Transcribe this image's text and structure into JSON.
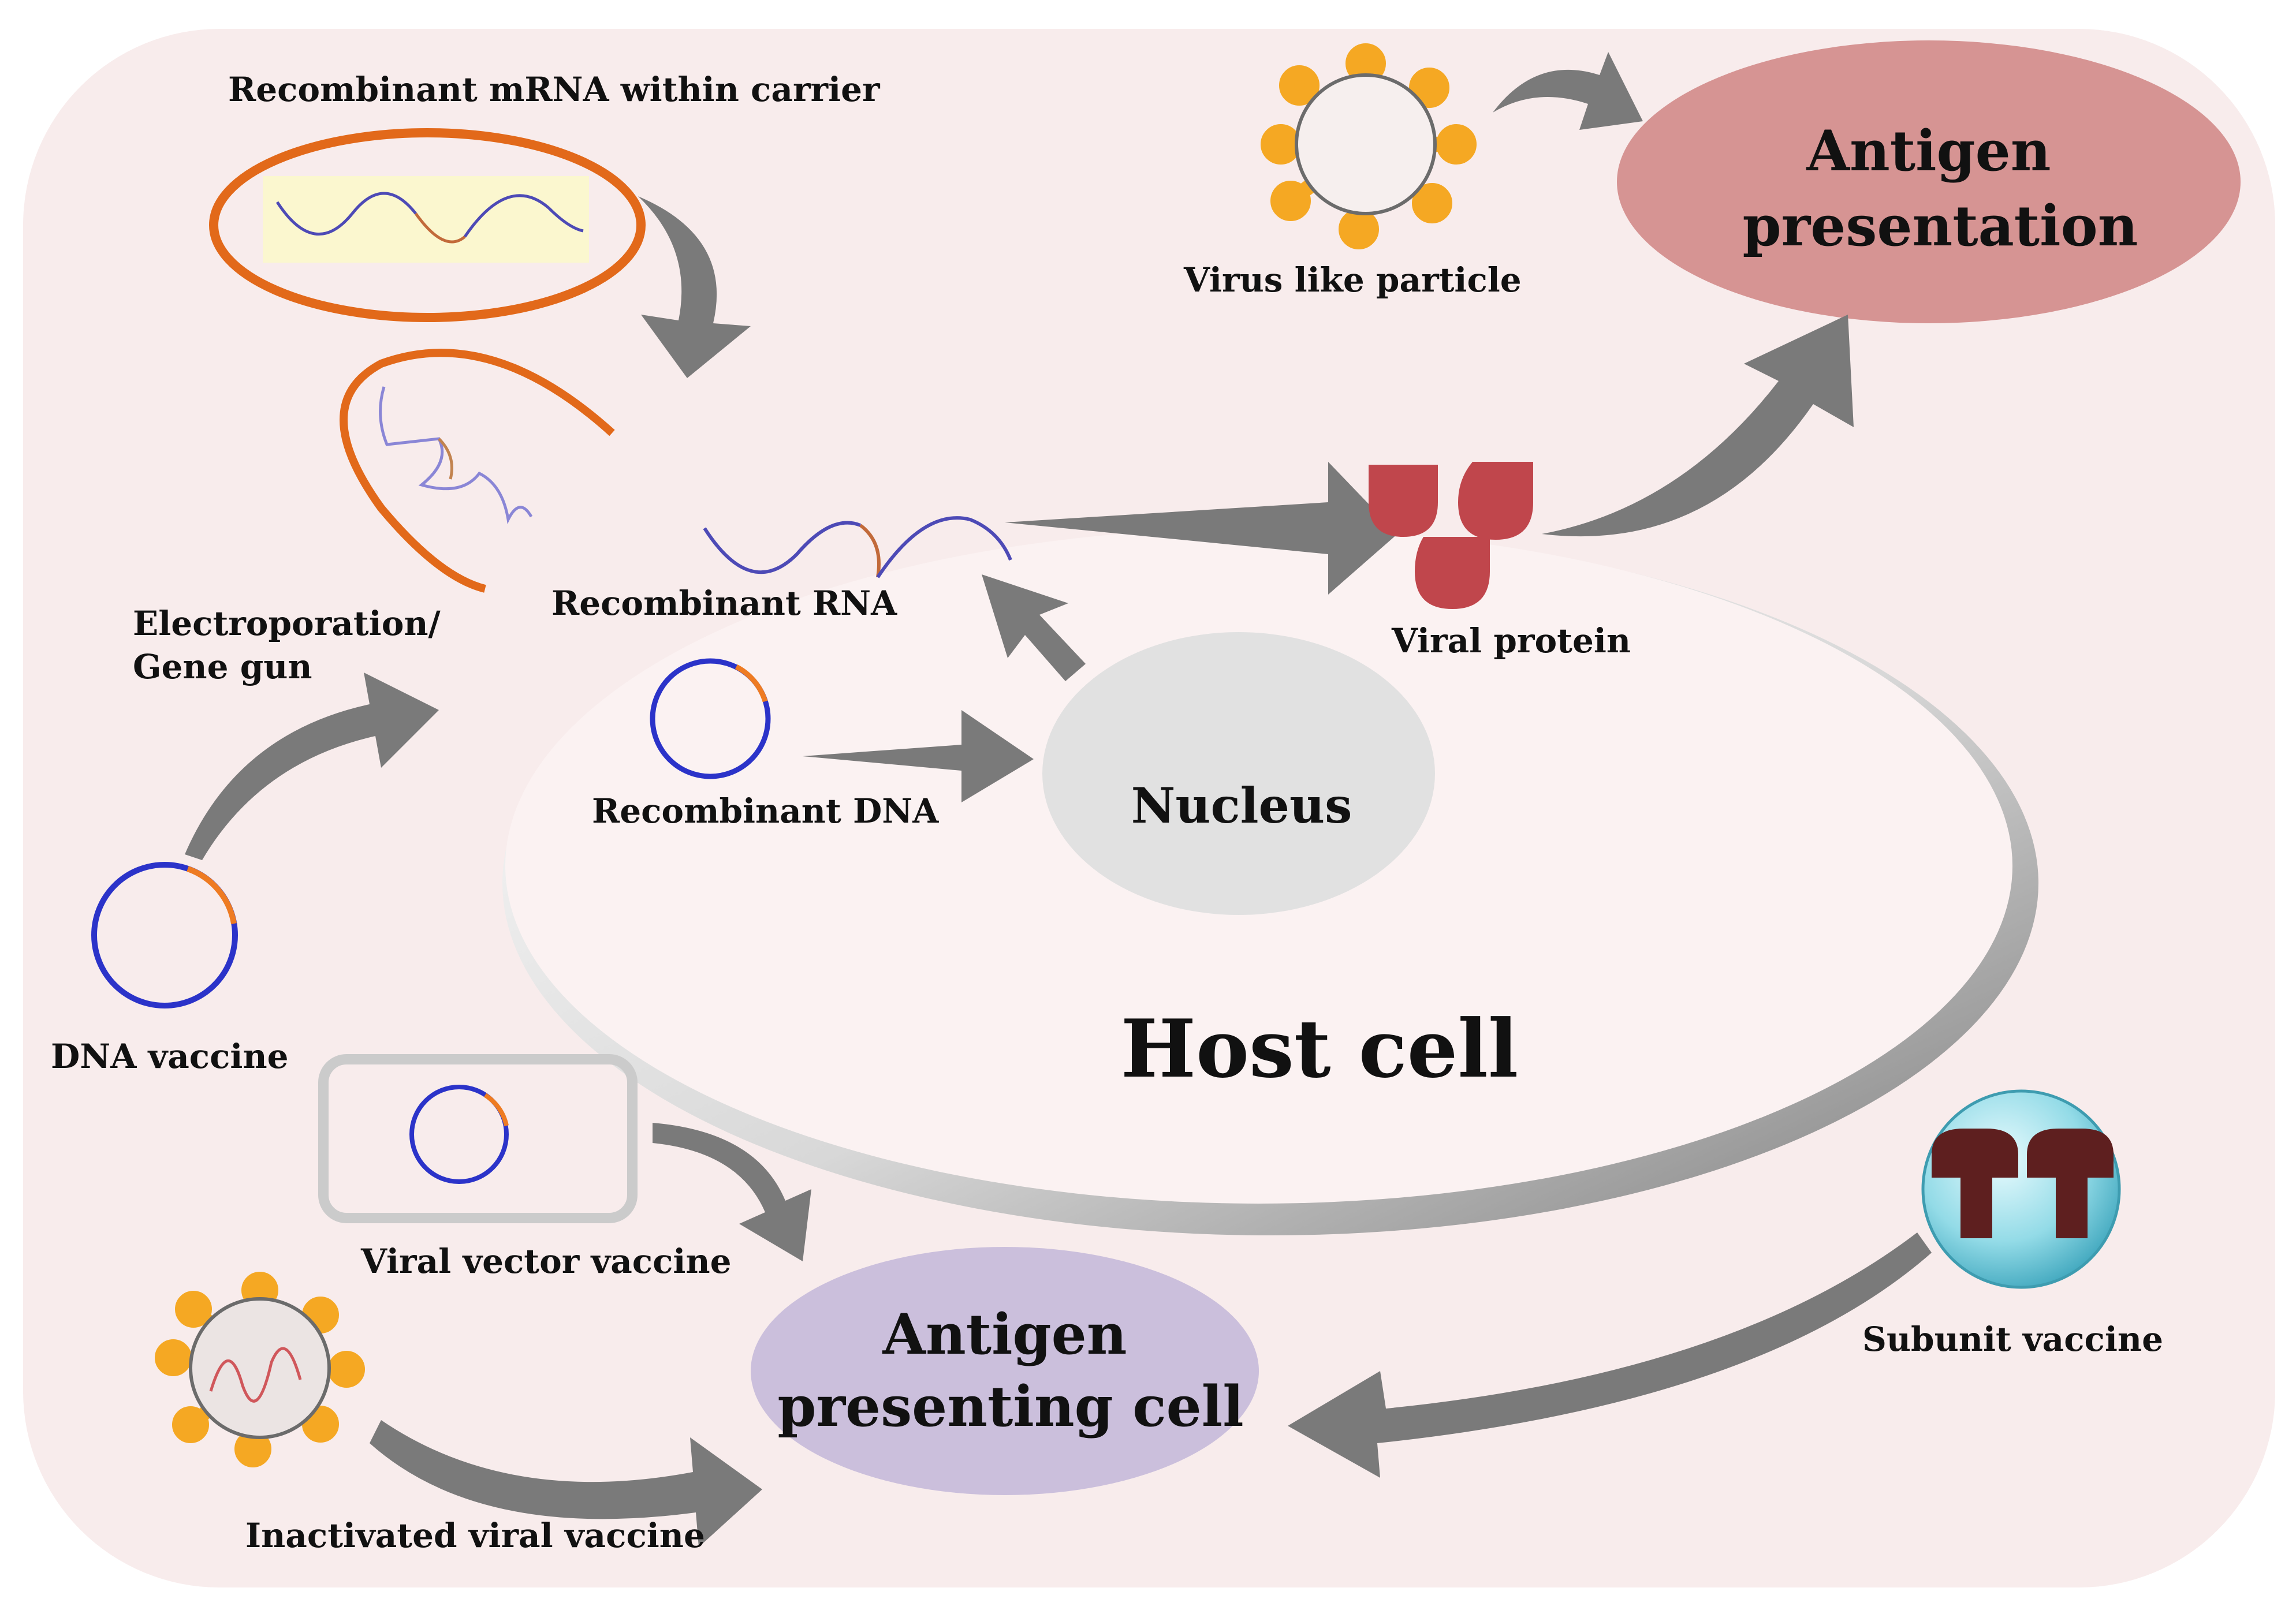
{
  "diagram": {
    "host_cell": "Host cell",
    "nucleus": "Nucleus",
    "antigen_presentation": [
      "Antigen",
      "presentation"
    ],
    "antigen_presenting_cell": [
      "Antigen",
      "presenting cell"
    ],
    "recombinant_mrna": "Recombinant mRNA within carrier",
    "recombinant_rna": "Recombinant RNA",
    "recombinant_dna": "Recombinant DNA",
    "electroporation": [
      "Electroporation/",
      "Gene gun"
    ],
    "dna_vaccine": "DNA vaccine",
    "viral_vector_vaccine": "Viral vector vaccine",
    "inactivated_viral_vaccine": "Inactivated viral vaccine",
    "virus_like_particle": "Virus like particle",
    "viral_protein": "Viral protein",
    "subunit_vaccine": "Subunit vaccine"
  },
  "colors": {
    "background": "#f8ecec",
    "antigen_presentation_fill": "#d69493",
    "apc_fill": "#cbbfdc",
    "nucleus_fill": "#e1e1e1",
    "arrow_gray": "#7a7a7a",
    "plasmid_blue": "#2b33c9",
    "plasmid_orange": "#ee7b22",
    "carrier_orange": "#e2691a",
    "viral_protein_red": "#c0464c",
    "virus_spike_yellow": "#f5a823",
    "subunit_brown": "#5e1f1f",
    "subunit_ball": "#8fd9e6"
  },
  "icons": [
    "mrna-carrier-icon",
    "plasmid-icon",
    "virus-particle-icon",
    "viral-protein-icon",
    "subunit-antigen-icon"
  ]
}
